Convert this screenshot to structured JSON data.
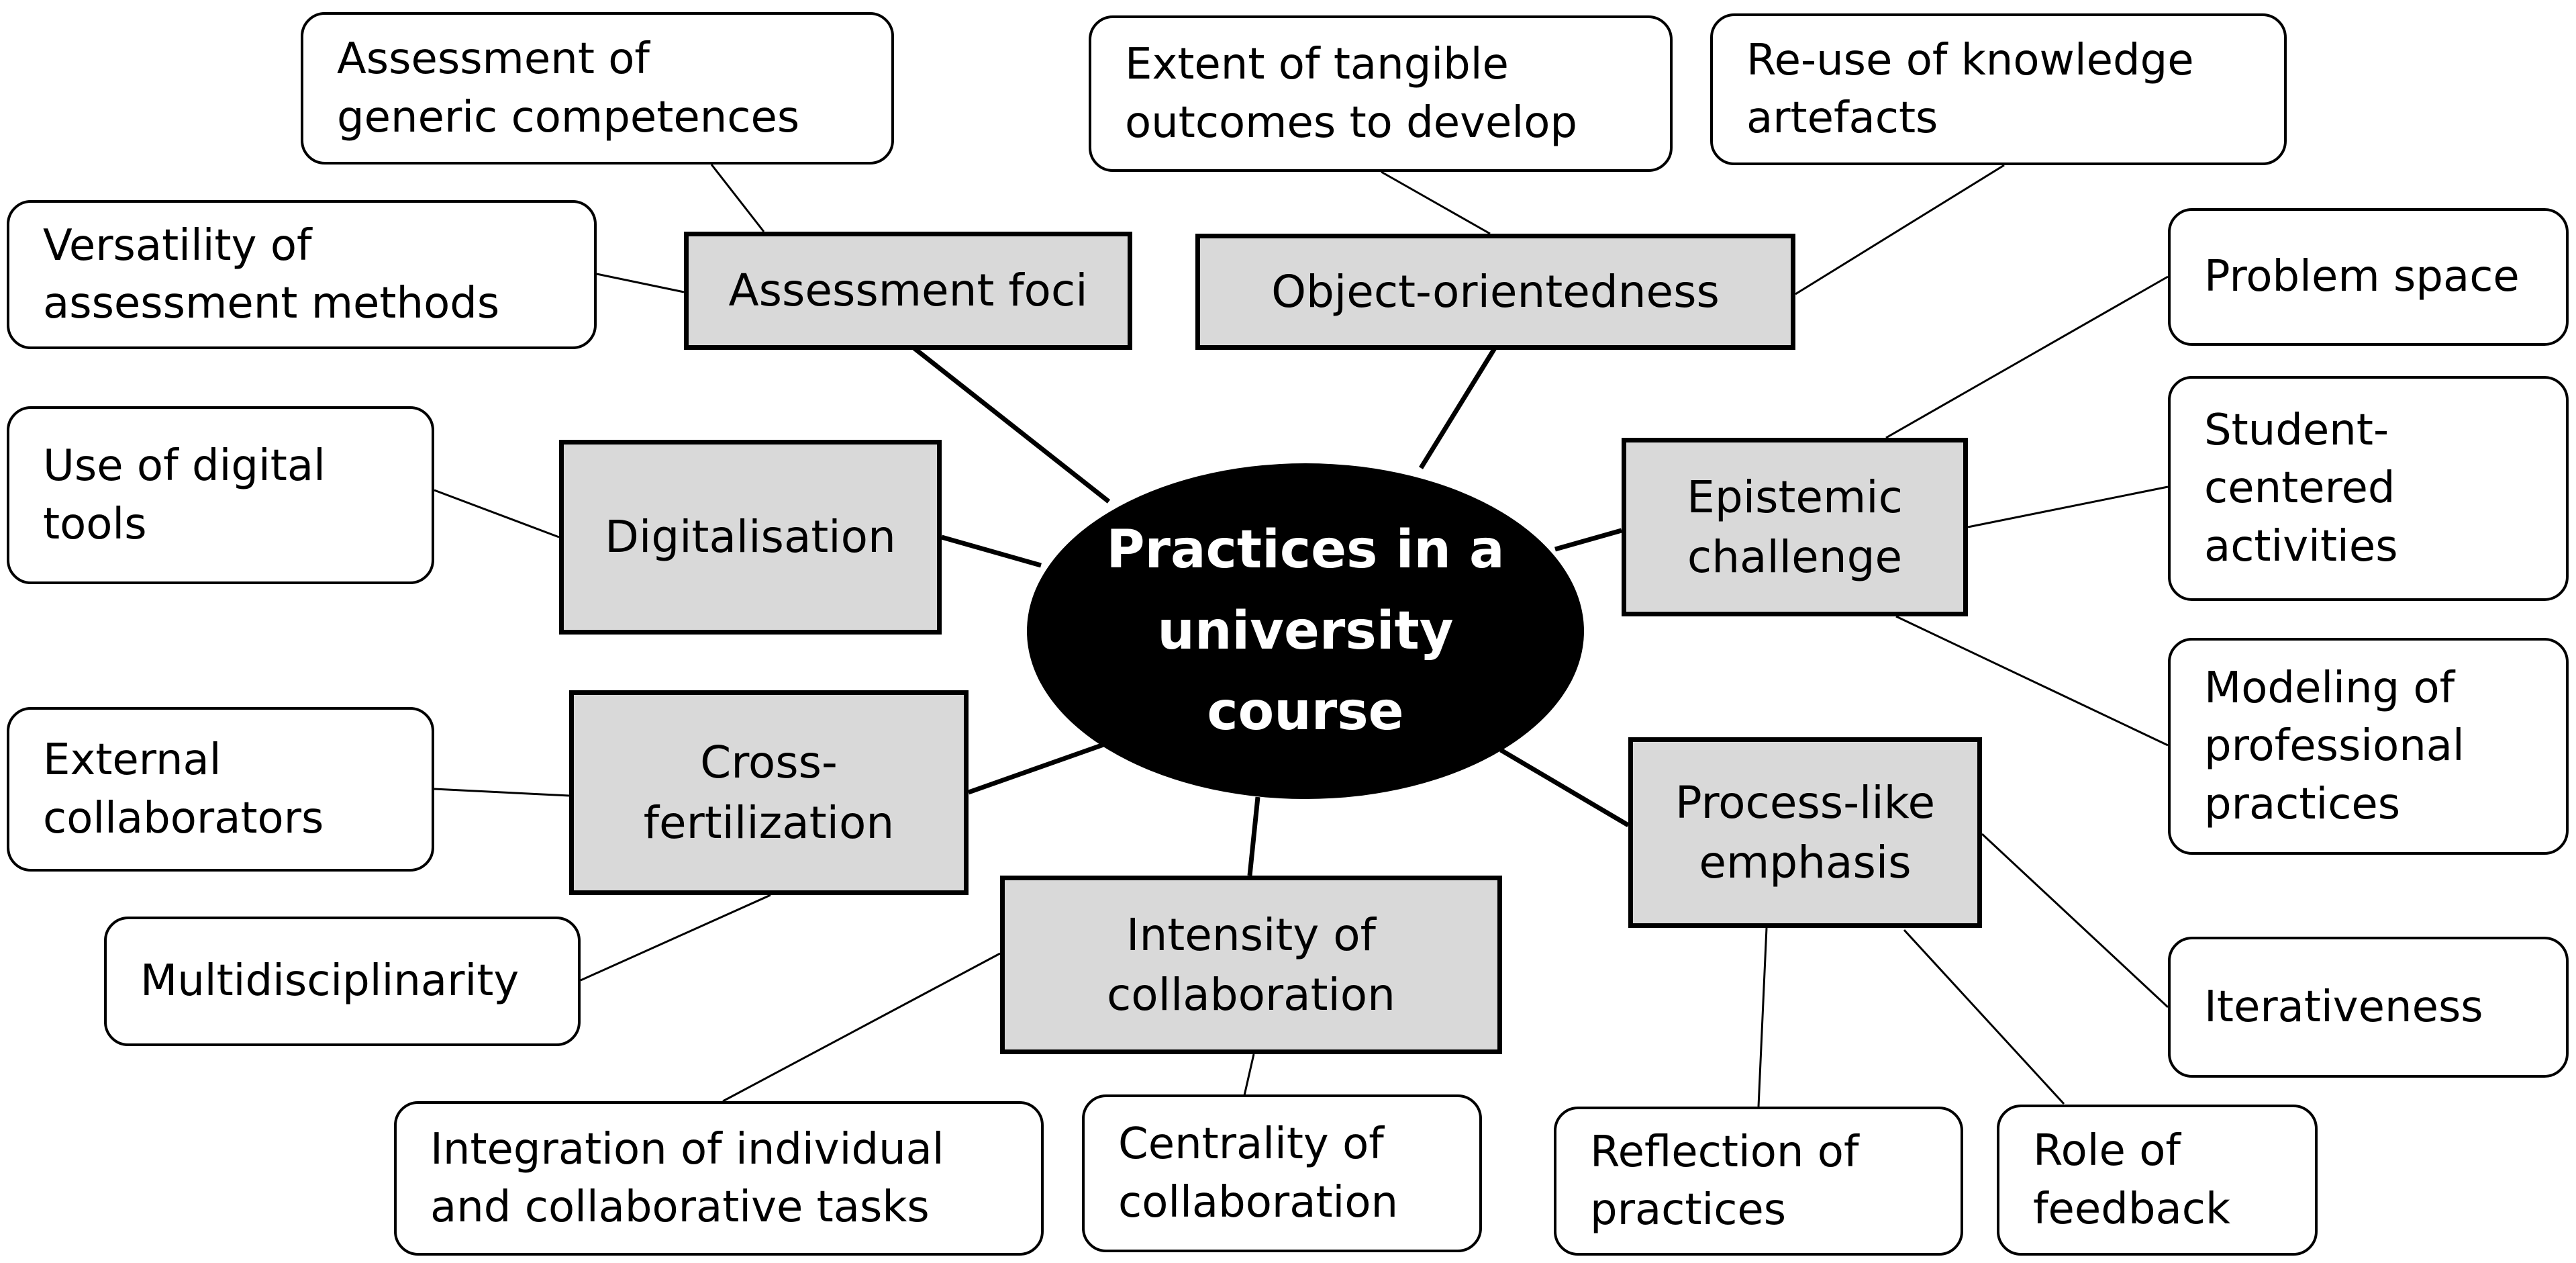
{
  "center": {
    "label": "Practices in a\nuniversity\ncourse"
  },
  "categories": {
    "assessment_foci": "Assessment foci",
    "object_orientedness": "Object-orientedness",
    "digitalisation": "Digitalisation",
    "epistemic_challenge": "Epistemic\nchallenge",
    "cross_fertilization": "Cross-\nfertilization",
    "process_like_emphasis": "Process-like\nemphasis",
    "intensity_of_collaboration": "Intensity of\ncollaboration"
  },
  "leaves": {
    "assessment_generic": "Assessment of\ngeneric competences",
    "versatility_methods": "Versatility of\nassessment methods",
    "tangible_outcomes": "Extent of tangible\noutcomes to develop",
    "reuse_artefacts": "Re-use of knowledge\nartefacts",
    "digital_tools": "Use of digital\ntools",
    "problem_space": "Problem space",
    "student_centered": "Student-\ncentered\nactivities",
    "modeling_practices": "Modeling of\nprofessional\npractices",
    "external_collaborators": "External\ncollaborators",
    "multidisciplinarity": "Multidisciplinarity",
    "iterativeness": "Iterativeness",
    "integration_tasks": "Integration of individual\nand collaborative tasks",
    "centrality_collaboration": "Centrality of\ncollaboration",
    "reflection_practices": "Reflection of\npractices",
    "role_feedback": "Role of\nfeedback"
  }
}
